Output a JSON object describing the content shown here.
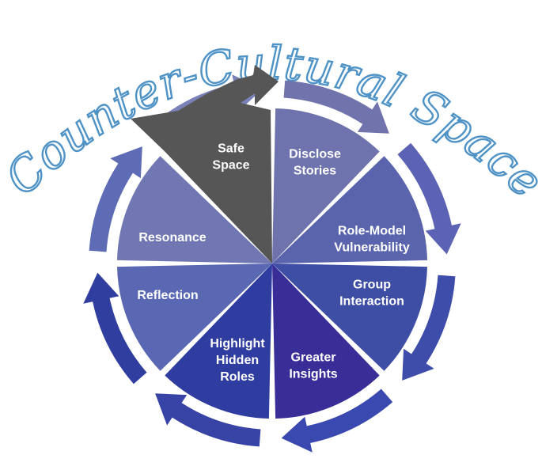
{
  "title": "Counter-Cultural Space",
  "colors": {
    "title": "#4f93c6",
    "background": "#ffffff"
  },
  "segments": [
    {
      "id": "safe-space",
      "lines": [
        "Safe",
        "Space"
      ],
      "color": "#565656"
    },
    {
      "id": "disclose-stories",
      "lines": [
        "Disclose",
        "Stories"
      ],
      "color": "#6f73ad"
    },
    {
      "id": "role-model-vulnerability",
      "lines": [
        "Role-Model",
        "Vulnerability"
      ],
      "color": "#5a64ad"
    },
    {
      "id": "group-interaction",
      "lines": [
        "Group",
        "Interaction"
      ],
      "color": "#3f4ea5"
    },
    {
      "id": "greater-insights",
      "lines": [
        "Greater",
        "Insights"
      ],
      "color": "#392e97"
    },
    {
      "id": "highlight-hidden-roles",
      "lines": [
        "Highlight",
        "Hidden",
        "Roles"
      ],
      "color": "#2f3da0"
    },
    {
      "id": "reflection",
      "lines": [
        "Reflection"
      ],
      "color": "#5a68b4"
    },
    {
      "id": "resonance",
      "lines": [
        "Resonance"
      ],
      "color": "#7177b3"
    }
  ],
  "arrows": [
    {
      "id": "arrow-1",
      "color": "#7073ac"
    },
    {
      "id": "arrow-2",
      "color": "#5c63b5"
    },
    {
      "id": "arrow-3",
      "color": "#3e4caa"
    },
    {
      "id": "arrow-4",
      "color": "#3a49b0"
    },
    {
      "id": "arrow-5",
      "color": "#3843a6"
    },
    {
      "id": "arrow-6",
      "color": "#303f9f"
    },
    {
      "id": "arrow-7",
      "color": "#5d6cb4"
    },
    {
      "id": "arrow-8",
      "color": "#7a81b8"
    }
  ]
}
